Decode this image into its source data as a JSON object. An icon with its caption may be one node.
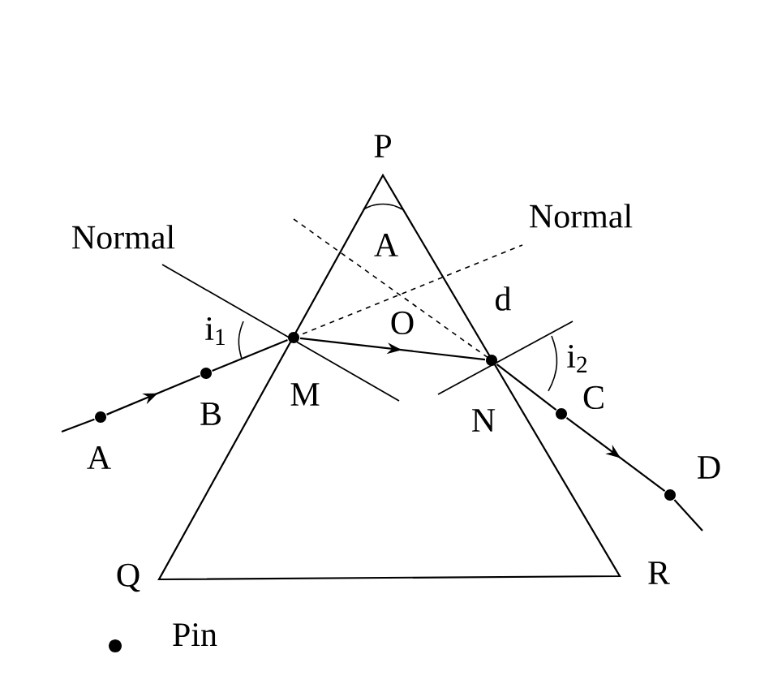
{
  "diagram": {
    "nodes": [
      {
        "text": [
          "A"
        ]
      },
      {
        "text": [
          "B"
        ]
      },
      {
        "text": [
          "M"
        ]
      },
      {
        "text": [
          "N"
        ]
      },
      {
        "text": [
          "C"
        ]
      },
      {
        "text": [
          "D"
        ]
      }
    ],
    "edges": [
      {
        "from": null,
        "to": 0,
        "arrow": "none"
      },
      {
        "from": 0,
        "to": 1,
        "arrow": "to"
      },
      {
        "from": 1,
        "to": 2,
        "arrow": "none"
      },
      {
        "from": 2,
        "to": 3,
        "arrow": "to"
      },
      {
        "from": 3,
        "to": 4,
        "arrow": "none"
      },
      {
        "from": 4,
        "to": 5,
        "arrow": "to"
      },
      {
        "from": 5,
        "to": null,
        "arrow": "none"
      }
    ],
    "labels": [
      "P",
      "Normal",
      "A",
      "Normal",
      "d",
      "O",
      "i$_{1}$",
      "i$_{2}$",
      "Q",
      "R",
      "Pin"
    ]
  }
}
